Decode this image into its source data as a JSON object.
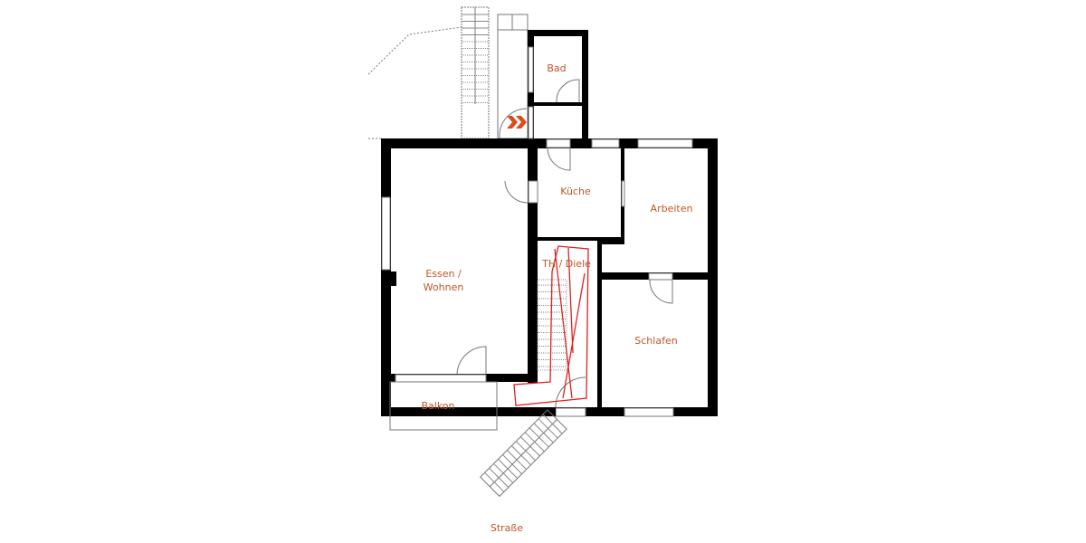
{
  "rooms": {
    "bad": "Bad",
    "kueche": "Küche",
    "arbeiten": "Arbeiten",
    "essen_line1": "Essen /",
    "essen_line2": "Wohnen",
    "diele": "TH / Diele",
    "schlafen": "Schlafen",
    "balkon": "Balkon"
  },
  "street": "Straße",
  "colors": {
    "label": "#c0562a",
    "wall": "#000000",
    "annotation": "#e02020",
    "entrance_marker": "#e04a1a"
  },
  "icons": {
    "entrance": "double-chevron-right-icon"
  }
}
